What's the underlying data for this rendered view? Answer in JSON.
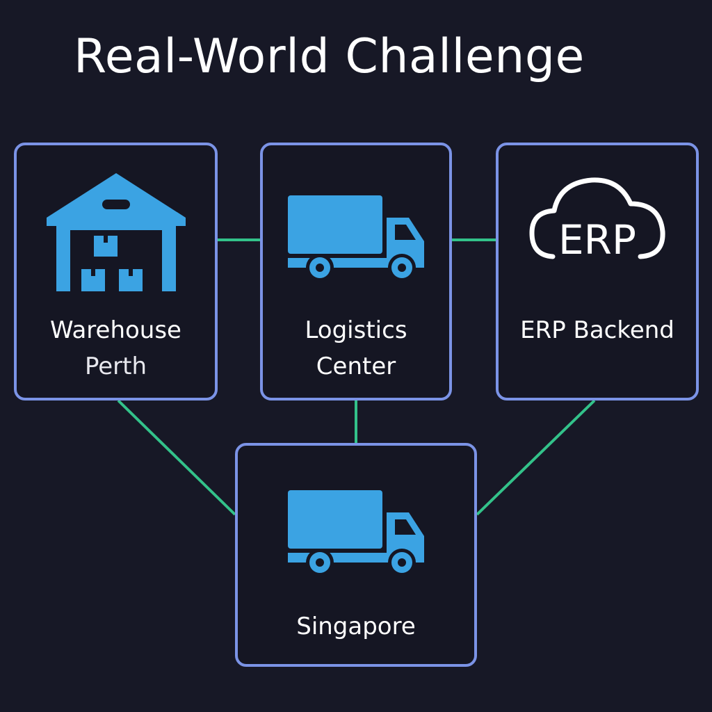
{
  "title": "Real-World Challenge",
  "colors": {
    "background": "#171826",
    "node_border": "#7b93e6",
    "connector": "#33c28a",
    "icon": "#3ba3e3",
    "text": "#ffffff"
  },
  "nodes": {
    "warehouse": {
      "name": "Warehouse",
      "location": "Perth",
      "icon": "warehouse-icon"
    },
    "logistics": {
      "line1": "Logistics",
      "line2": "Center",
      "icon": "truck-icon"
    },
    "erp": {
      "name": "ERP Backend",
      "icon_text": "ERP",
      "icon": "cloud-icon"
    },
    "singapore": {
      "name": "Singapore",
      "icon": "truck-icon"
    }
  },
  "edges": [
    {
      "from": "warehouse",
      "to": "logistics"
    },
    {
      "from": "logistics",
      "to": "erp"
    },
    {
      "from": "warehouse",
      "to": "singapore"
    },
    {
      "from": "logistics",
      "to": "singapore"
    },
    {
      "from": "erp",
      "to": "singapore"
    }
  ]
}
